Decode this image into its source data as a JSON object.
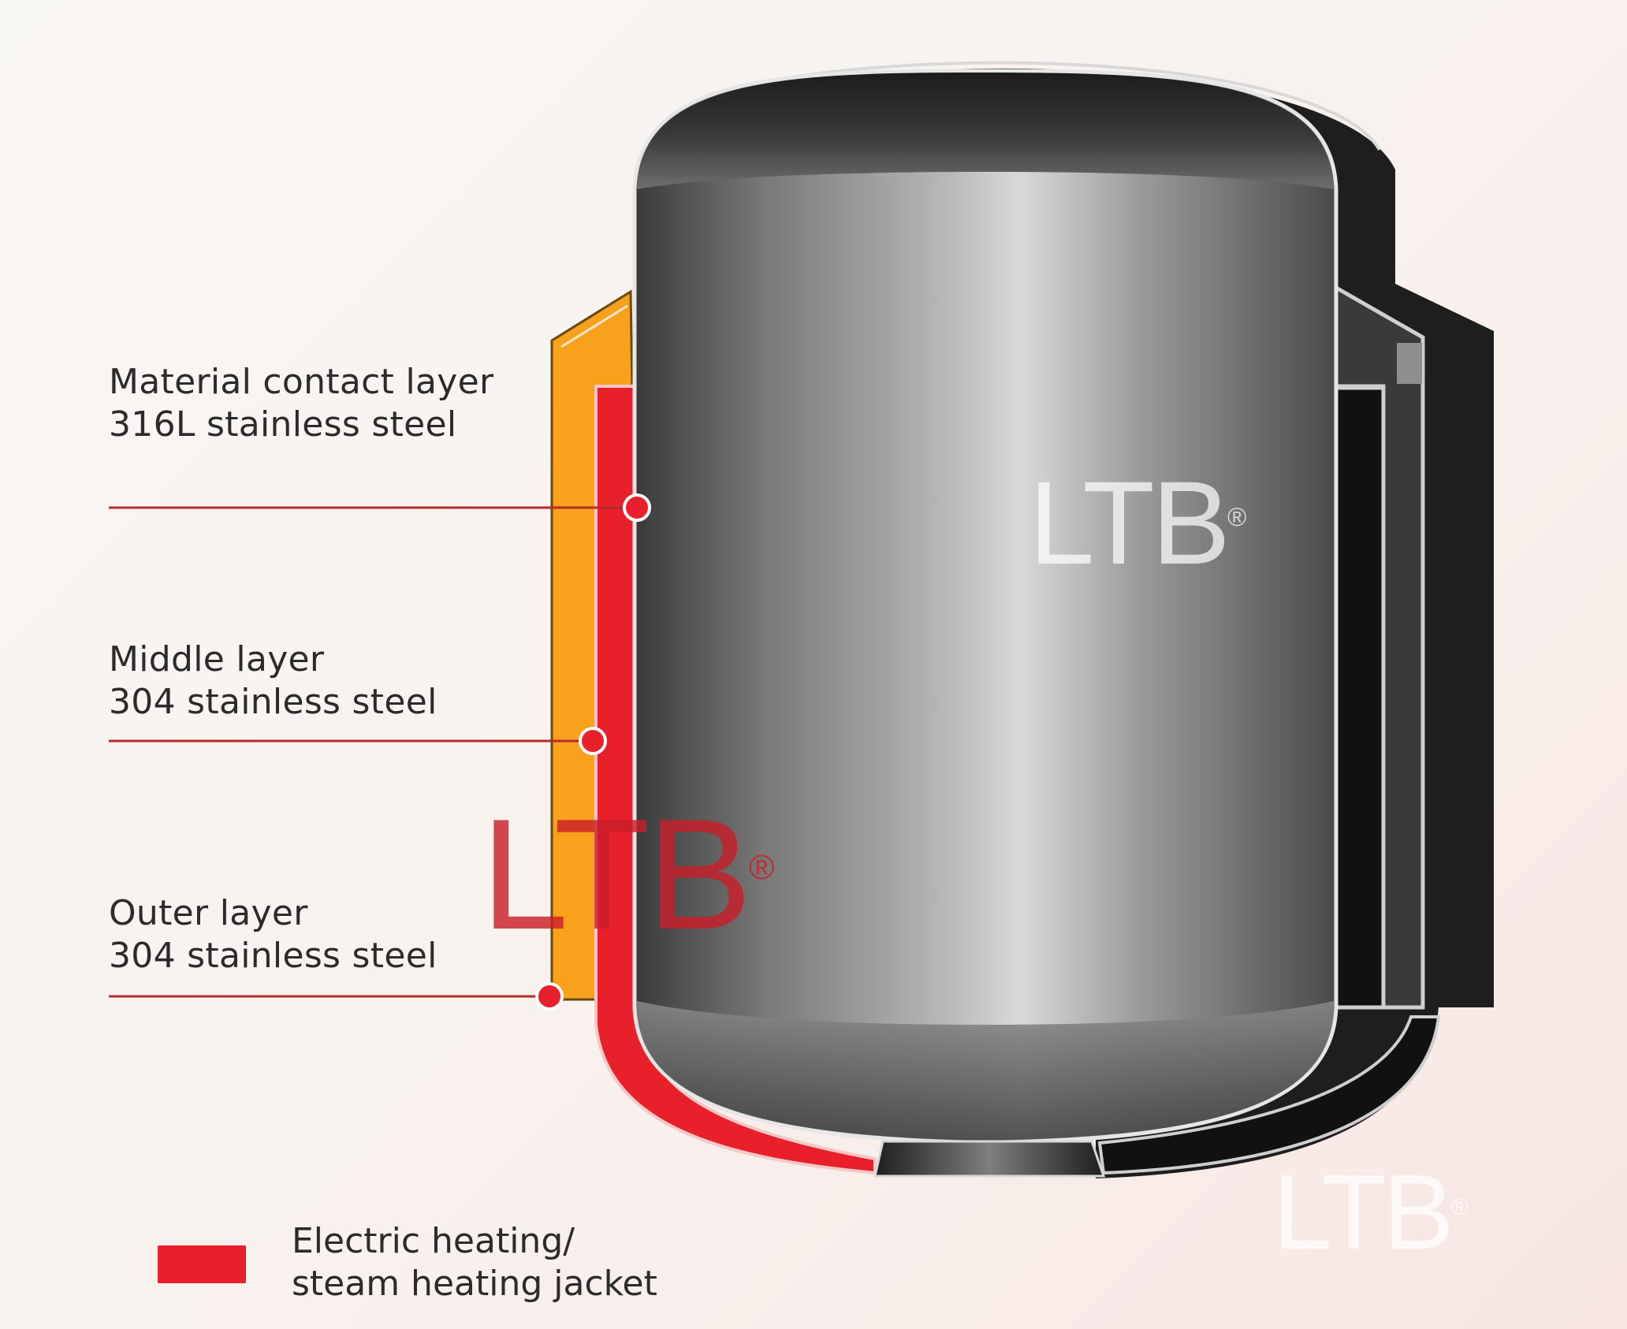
{
  "diagram": {
    "layers": [
      {
        "id": "material-contact-layer",
        "title": "Material contact layer",
        "material": "316L stainless steel"
      },
      {
        "id": "middle-layer",
        "title": "Middle layer",
        "material": "304 stainless steel"
      },
      {
        "id": "outer-layer",
        "title": "Outer layer",
        "material": "304 stainless steel"
      }
    ],
    "legend": {
      "line1": "Electric heating/",
      "line2": "steam heating jacket",
      "color": "#e8202c"
    },
    "watermark": {
      "text": "LTB",
      "mark": "®"
    },
    "colors": {
      "heating_jacket": "#e8202c",
      "insulation": "#f7a11d",
      "leader_line": "#b52a2a",
      "tank_steel": "#9e9e9e",
      "outer_shell": "#1e1e1e"
    }
  }
}
